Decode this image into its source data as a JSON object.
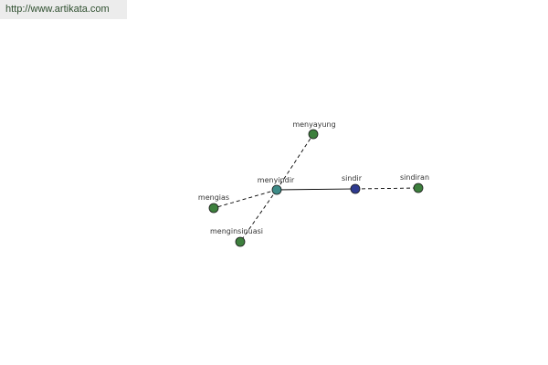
{
  "watermark": {
    "text": "http://www.artikata.com"
  },
  "colors": {
    "center_node": "#3d8b87",
    "root_node": "#2e3a8f",
    "leaf_node": "#3d7f3d",
    "edge": "#000000"
  },
  "nodes": [
    {
      "id": "menyayung",
      "label": "menyayung",
      "kind": "leaf"
    },
    {
      "id": "menyindir",
      "label": "menyindir",
      "kind": "center"
    },
    {
      "id": "sindir",
      "label": "sindir",
      "kind": "root"
    },
    {
      "id": "sindiran",
      "label": "sindiran",
      "kind": "leaf"
    },
    {
      "id": "mengias",
      "label": "mengias",
      "kind": "leaf"
    },
    {
      "id": "menginsinuasi",
      "label": "menginsinuasi",
      "kind": "leaf"
    }
  ],
  "edges": [
    {
      "from": "menyindir",
      "to": "sindir",
      "style": "solid"
    },
    {
      "from": "menyindir",
      "to": "menyayung",
      "style": "dashed"
    },
    {
      "from": "menyindir",
      "to": "mengias",
      "style": "dashed"
    },
    {
      "from": "menyindir",
      "to": "menginsinuasi",
      "style": "dashed"
    },
    {
      "from": "sindir",
      "to": "sindiran",
      "style": "dashed"
    }
  ]
}
